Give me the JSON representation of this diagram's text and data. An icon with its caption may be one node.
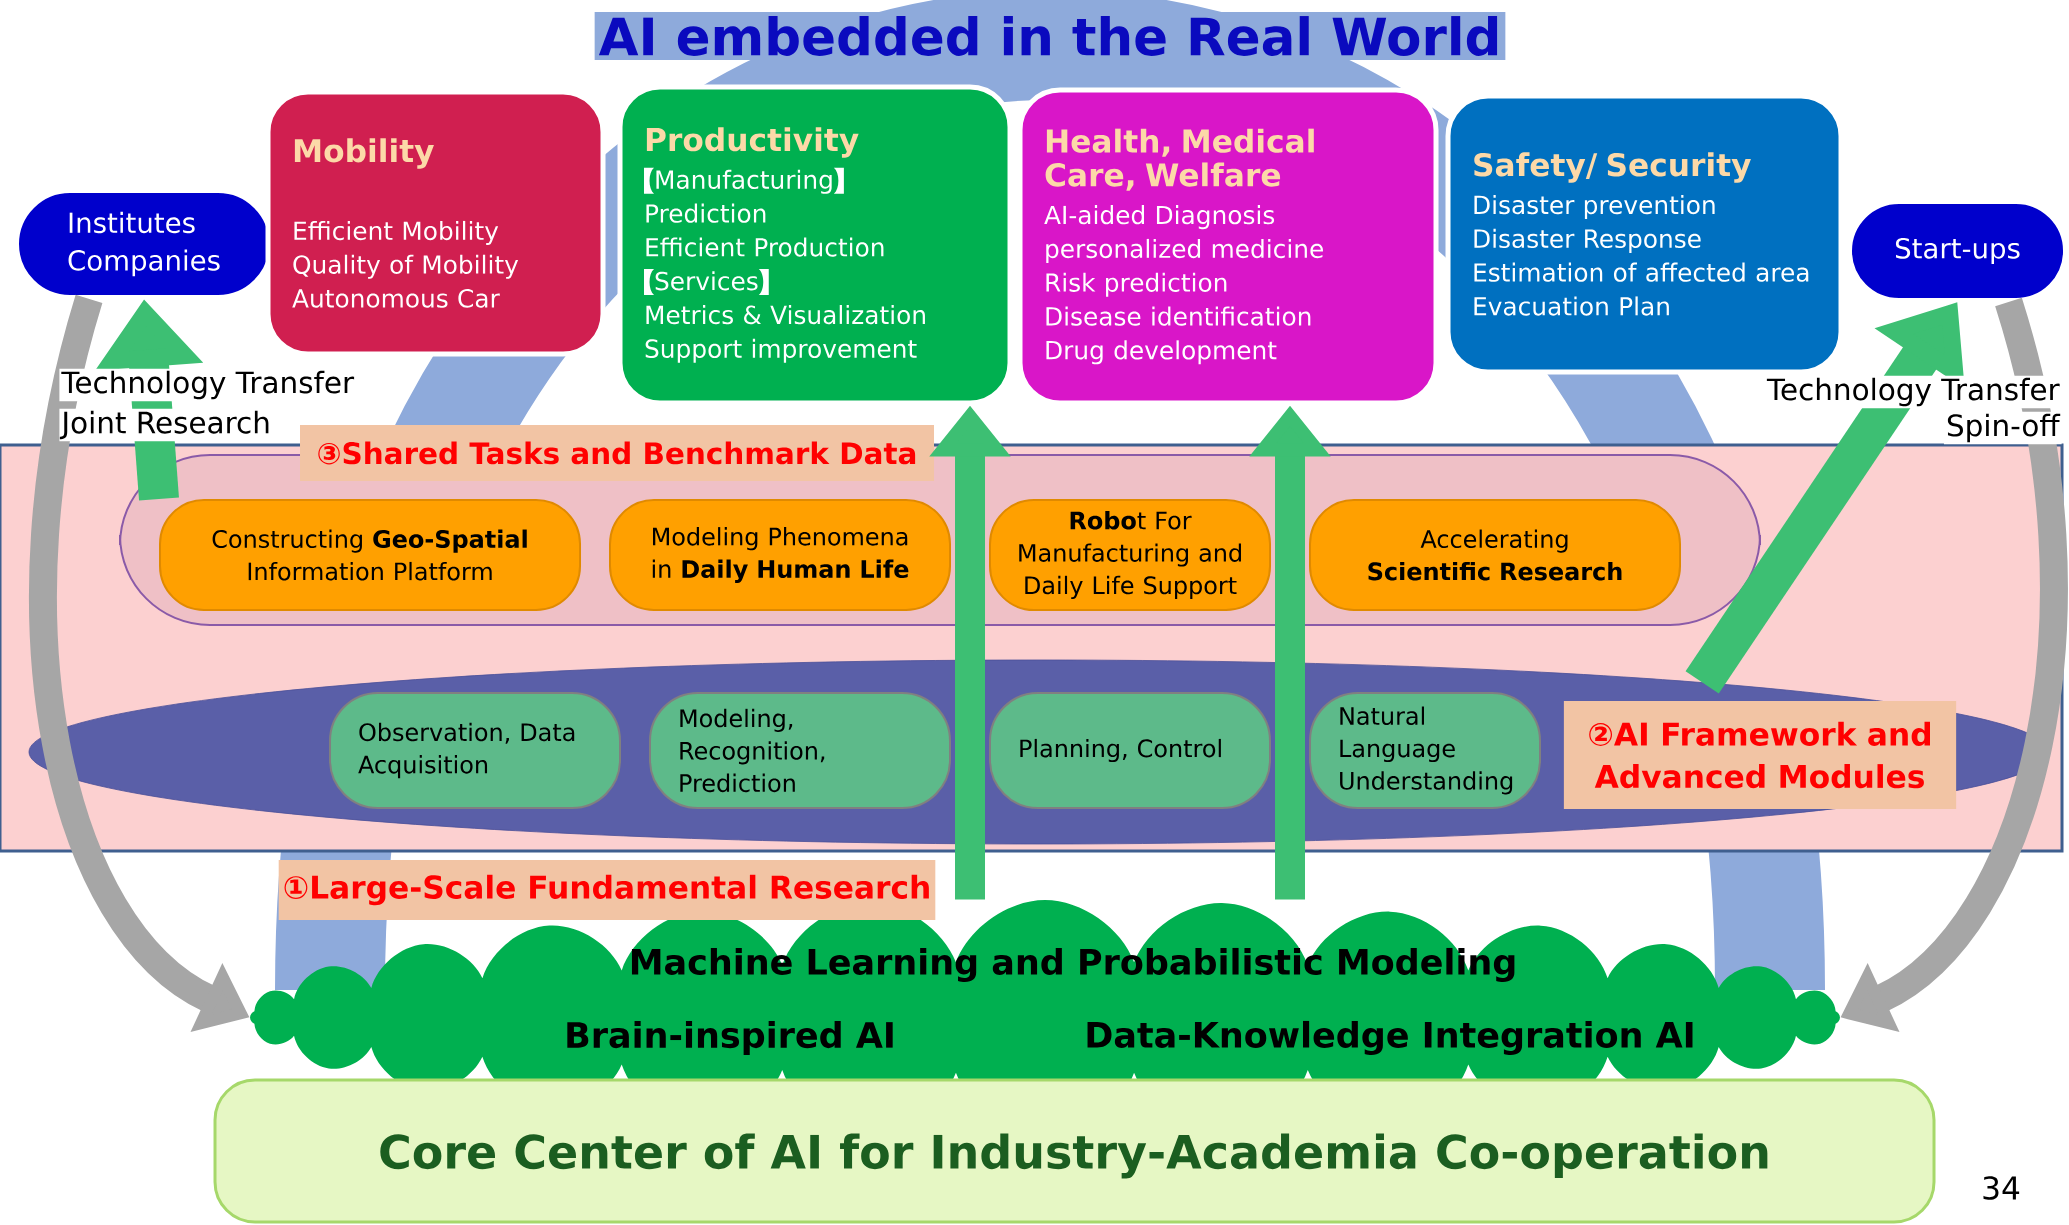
{
  "diagram": {
    "title": "AI embedded in the Real World",
    "nodes": [
      {
        "text": [
          "Institutes",
          "Companies"
        ]
      },
      {
        "text": [
          "Mobility",
          "Efficient Mobility",
          "Quality of Mobility",
          "Autonomous Car"
        ]
      },
      {
        "text": [
          "Productivity",
          "Manufacturing",
          "Prediction",
          "Efficient Production",
          "Services",
          "Metrics & Visualization",
          "Support improvement"
        ]
      },
      {
        "text": [
          "Health, Medical Care, Welfare",
          "AI-aided Diagnosis",
          "personalized medicine",
          "Risk prediction",
          "Disease identification",
          "Drug development"
        ]
      },
      {
        "text": [
          "Safety/ Security",
          "Disaster prevention",
          "Disaster Response",
          "Estimation of  affected area",
          "Evacuation Plan"
        ]
      },
      {
        "text": [
          "Start-ups"
        ]
      },
      {
        "text": [],
        "shape": "box"
      },
      {
        "text": [
          "③Shared Tasks and Benchmark Data"
        ],
        "in": 6
      },
      {
        "text": [
          "Constructing **Geo-Spatial** Information Platform"
        ],
        "in": 7
      },
      {
        "text": [
          "Modeling Phenomena in **Daily Human Life**"
        ],
        "in": 7
      },
      {
        "text": [
          "**Robo**t For Manufacturing and Daily Life Support"
        ],
        "in": 7
      },
      {
        "text": [
          "Accelerating **Scientific Research**"
        ],
        "in": 7
      },
      {
        "text": [
          "②AI Framework and Advanced Modules"
        ],
        "in": 6
      },
      {
        "text": [
          "Observation, Data Acquisition"
        ],
        "in": 12
      },
      {
        "text": [
          "Modeling, Recognition, Prediction"
        ],
        "in": 12
      },
      {
        "text": [
          "Planning, Control"
        ],
        "in": 12
      },
      {
        "text": [
          "Natural Language Understanding"
        ],
        "in": 12
      },
      {
        "text": [
          "①Large-Scale Fundamental Research",
          "Machine Learning and Probabilistic Modeling",
          "Brain-inspired AI",
          "Data-Knowledge Integration AI"
        ]
      },
      {
        "text": [
          "Core Center of AI for Industry-Academia Co-operation"
        ]
      }
    ],
    "edges": [
      {
        "from": 8,
        "to": 0,
        "arrow": "to"
      },
      {
        "from": 12,
        "to": 5,
        "arrow": "to"
      },
      {
        "from": 17,
        "to": 2,
        "arrow": "to"
      },
      {
        "from": 17,
        "to": 3,
        "arrow": "to"
      },
      {
        "from": 0,
        "to": 17,
        "arrow": "to",
        "color": "#a6a6a6"
      },
      {
        "from": 5,
        "to": 17,
        "arrow": "to",
        "color": "#a6a6a6"
      }
    ],
    "labels": [
      "Technology Transfer",
      "Joint Research",
      "Technology Transfer",
      "Spin-off",
      "34"
    ]
  }
}
